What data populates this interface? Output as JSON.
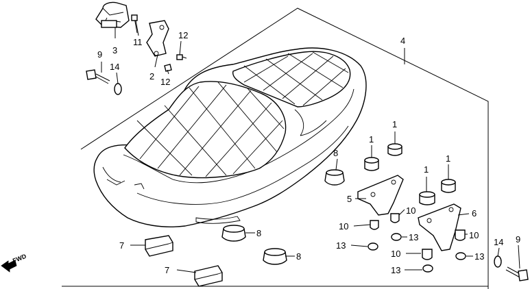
{
  "callouts": {
    "c1a": "1",
    "c1b": "1",
    "c1c": "1",
    "c1d": "1",
    "c2": "2",
    "c3": "3",
    "c4": "4",
    "c5": "5",
    "c6": "6",
    "c7a": "7",
    "c7b": "7",
    "c8a": "8",
    "c8b": "8",
    "c8c": "8",
    "c9a": "9",
    "c9b": "9",
    "c10a": "10",
    "c10b": "10",
    "c10c": "10",
    "c10d": "10",
    "c11": "11",
    "c12a": "12",
    "c12b": "12",
    "c13a": "13",
    "c13b": "13",
    "c13c": "13",
    "c13d": "13",
    "c14a": "14",
    "c14b": "14"
  },
  "direction_label": "FWD"
}
